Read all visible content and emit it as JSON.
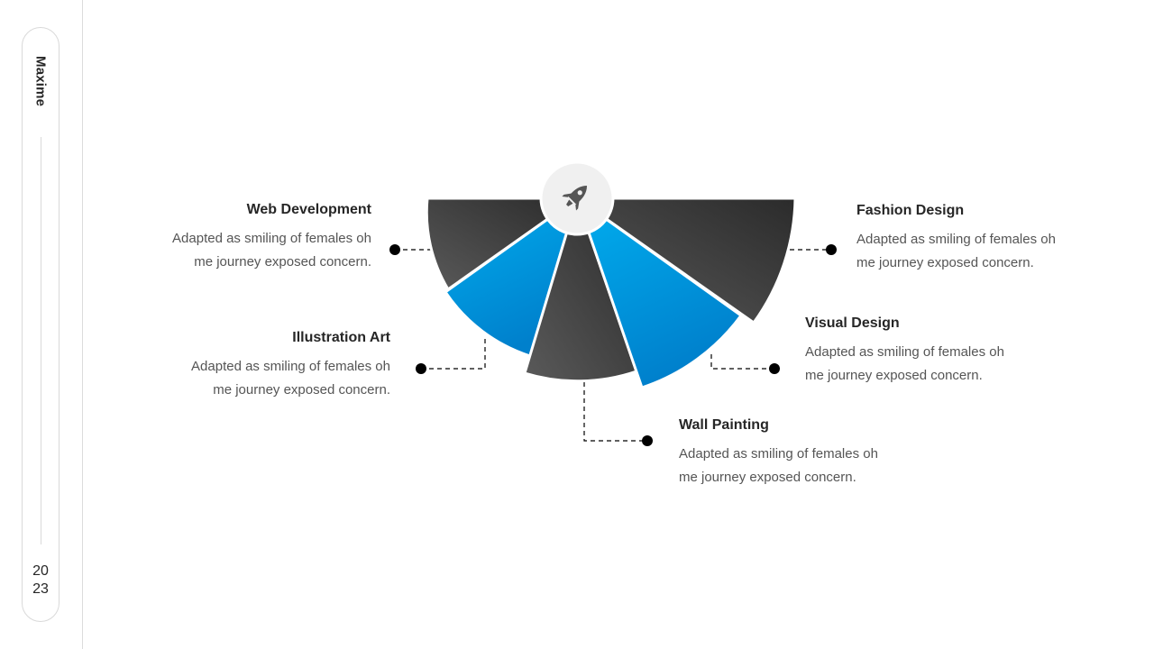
{
  "sidebar": {
    "name": "Maxime",
    "year_line1": "20",
    "year_line2": "23"
  },
  "diagram": {
    "center_icon": "rocket-icon",
    "colors": {
      "dark_start": "#5a5a5a",
      "dark_end": "#2b2b2b",
      "blue_start": "#00aeef",
      "blue_end": "#0080cc",
      "hub_fill": "#f0f0f0",
      "icon": "#555555",
      "connector": "#000000"
    },
    "segments": [
      {
        "title": "Web Development",
        "description_line1": "Adapted as smiling of females oh",
        "description_line2": "me journey exposed concern.",
        "color": "dark"
      },
      {
        "title": "Illustration Art",
        "description_line1": "Adapted as smiling of females oh",
        "description_line2": "me journey exposed concern.",
        "color": "blue"
      },
      {
        "title": "Wall Painting",
        "description_line1": "Adapted as smiling of females oh",
        "description_line2": "me journey exposed concern.",
        "color": "dark"
      },
      {
        "title": "Visual Design",
        "description_line1": "Adapted as smiling of females oh",
        "description_line2": "me journey exposed concern.",
        "color": "blue"
      },
      {
        "title": "Fashion Design",
        "description_line1": "Adapted as smiling of females oh",
        "description_line2": "me journey exposed concern.",
        "color": "dark"
      }
    ]
  }
}
